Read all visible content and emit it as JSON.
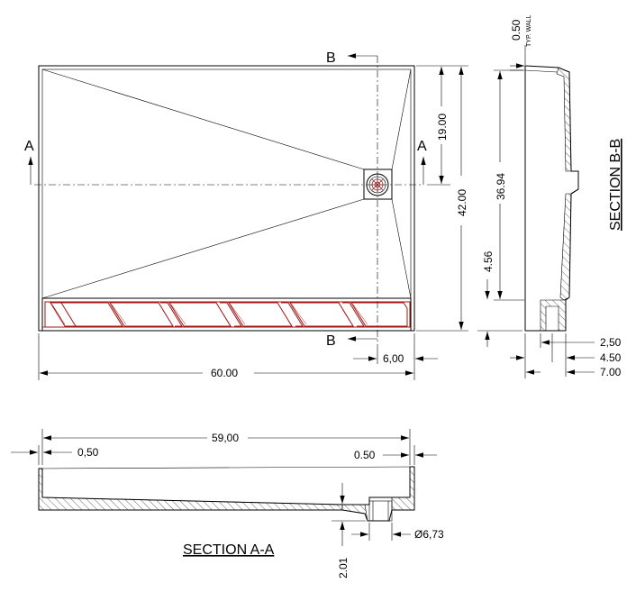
{
  "labels": {
    "section_a": "A",
    "section_b": "B",
    "section_bb_title": "SECTION B-B",
    "section_aa_title": "SECTION A-A",
    "typ_wall": "TYP. WALL"
  },
  "dimensions": {
    "width_60": "60.00",
    "height_42": "42.00",
    "half_19": "19.00",
    "drain_offset_6": "6,00",
    "wall_050": "0.50",
    "depth_3694": "36.94",
    "trench_456": "4.56",
    "d_250": "2,50",
    "d_450": "4.50",
    "d_700": "7.00",
    "inner_5900": "59,00",
    "left_050": "0,50",
    "right_050": "0.50",
    "drain_dia": "Ø6,73",
    "drop_201": "2.01"
  },
  "colors": {
    "line": "#000000",
    "trench_grate": "#a01414"
  }
}
